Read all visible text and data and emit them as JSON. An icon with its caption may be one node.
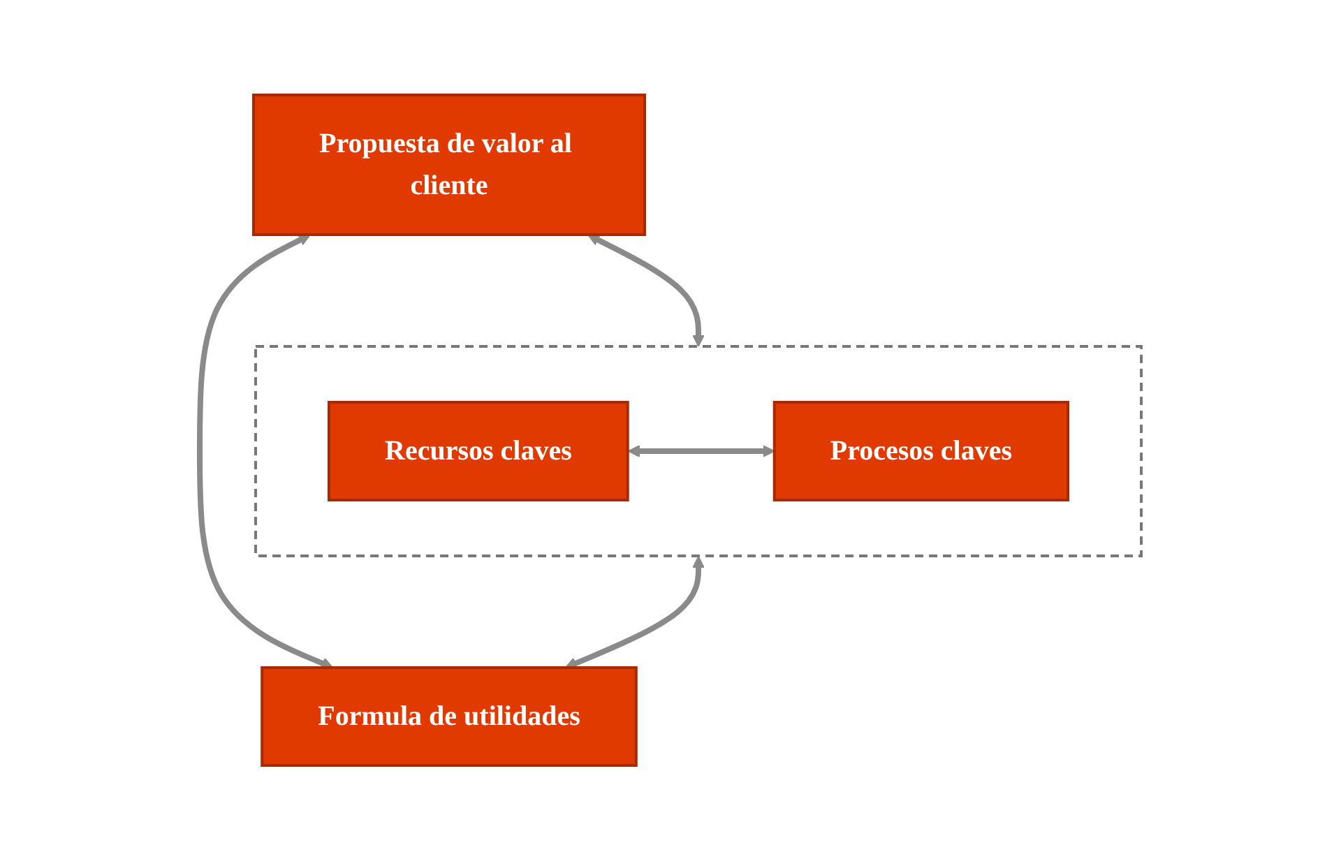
{
  "diagram": {
    "nodes": [
      {
        "text": [
          "Propuesta de valor al cliente"
        ]
      },
      {
        "text": [],
        "shape": "box"
      },
      {
        "text": [
          "Recursos claves"
        ],
        "in": 1
      },
      {
        "text": [
          "Procesos claves"
        ],
        "in": 1
      },
      {
        "text": [
          "Formula de utilidades"
        ]
      }
    ],
    "edges": [
      {
        "from": 0,
        "to": 1,
        "arrow": "both"
      },
      {
        "from": 0,
        "to": 4,
        "arrow": "both"
      },
      {
        "from": 1,
        "to": 4,
        "arrow": "both"
      },
      {
        "from": 2,
        "to": 3,
        "arrow": "both"
      }
    ]
  }
}
